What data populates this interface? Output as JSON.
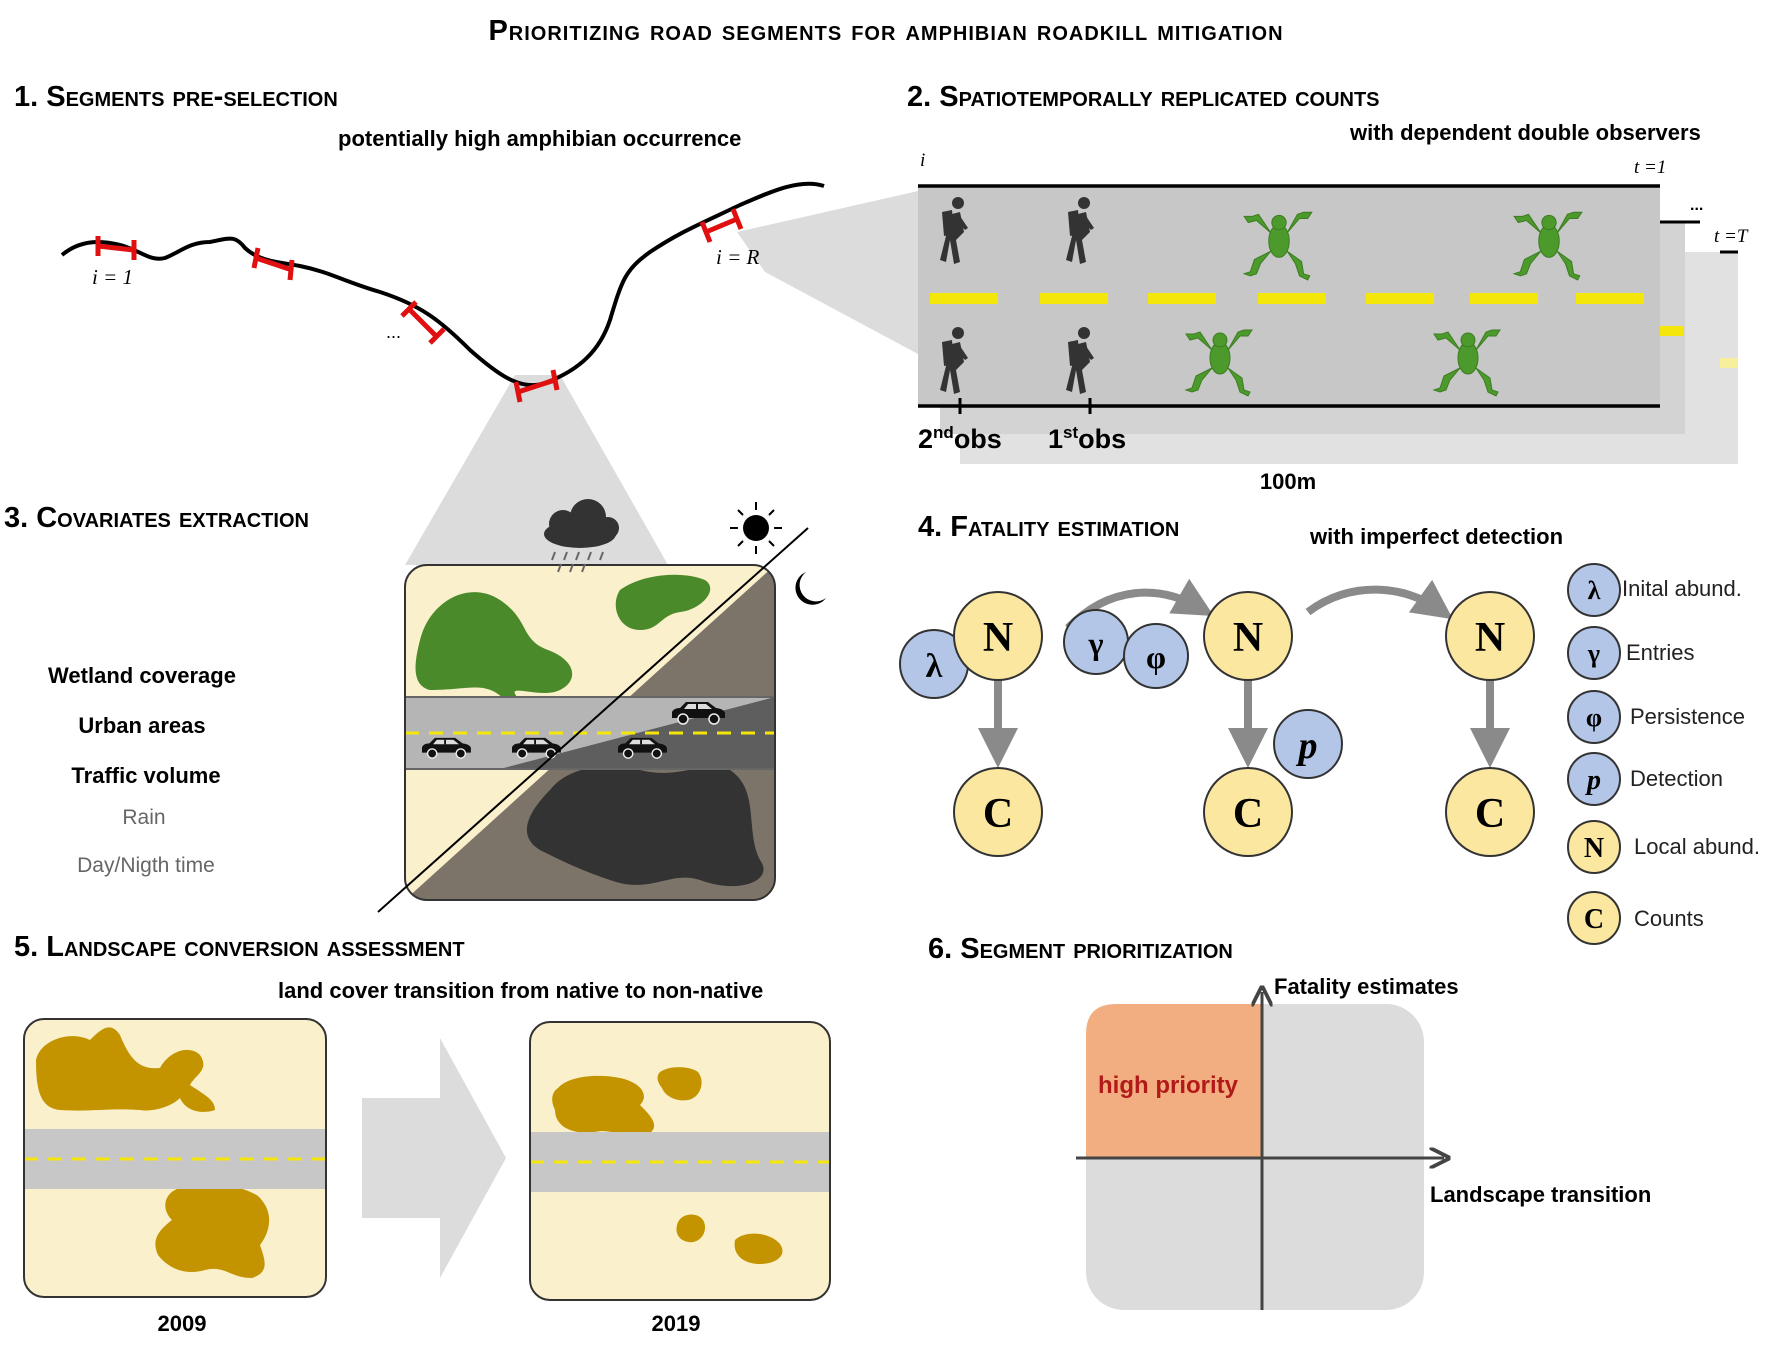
{
  "title": "Prioritizing road segments for amphibian roadkill mitigation",
  "colors": {
    "road_line": "#000000",
    "segment_marker": "#e01010",
    "lane_dash": "#f5e60a",
    "road_gray": "#c7c7c7",
    "wetland_green": "#4a8a2a",
    "native_cover": "#c39400",
    "land_cream": "#fbf0cc",
    "node_yellow": "#fbe7a0",
    "node_blue": "#b3c6e8",
    "priority_orange": "#f2ae80",
    "priority_text": "#b21a1a",
    "quadrant_gray": "#dcdcdc"
  },
  "panel1": {
    "heading": "1. Segments pre-selection",
    "subtitle": "potentially high amphibian occurrence",
    "label_first": "i = 1",
    "label_last": "i = R",
    "ellipsis": "..."
  },
  "panel2": {
    "heading": "2. Spatiotemporally replicated counts",
    "subtitle": "with dependent double observers",
    "label_i": "i",
    "label_t1": "t =1",
    "label_dots": "...",
    "label_tT": "t =T",
    "obs2_base": "2",
    "obs2_sup": "nd",
    "obs1_base": "1",
    "obs1_sup": "st",
    "obs_word": "obs",
    "distance": "100m"
  },
  "panel3": {
    "heading": "3. Covariates extraction",
    "covariates": [
      "Wetland coverage",
      "Urban areas",
      "Traffic volume",
      "Rain",
      "Day/Nigth  time"
    ]
  },
  "panel4": {
    "heading": "4. Fatality estimation",
    "subtitle": "with imperfect detection",
    "node_N": "N",
    "node_C": "C",
    "sym_lambda": "λ",
    "sym_gamma": "γ",
    "sym_phi": "φ",
    "sym_p": "p",
    "legend": [
      {
        "symbol": "λ",
        "label": "Inital abund.",
        "node": "blue"
      },
      {
        "symbol": "γ",
        "label": "Entries",
        "node": "blue"
      },
      {
        "symbol": "φ",
        "label": "Persistence",
        "node": "blue"
      },
      {
        "symbol": "p",
        "label": "Detection",
        "node": "blue"
      },
      {
        "symbol": "N",
        "label": "Local abund.",
        "node": "yellow"
      },
      {
        "symbol": "C",
        "label": "Counts",
        "node": "yellow"
      }
    ]
  },
  "panel5": {
    "heading": "5. Landscape conversion assessment",
    "subtitle": "land cover transition from native to non-native",
    "year_before": "2009",
    "year_after": "2019"
  },
  "panel6": {
    "heading": "6. Segment prioritization",
    "y_label": "Fatality estimates",
    "x_label": "Landscape transition",
    "quadrant_label": "high priority"
  }
}
